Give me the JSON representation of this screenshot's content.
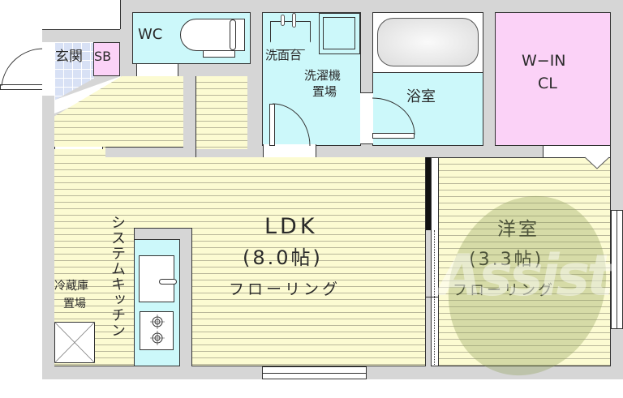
{
  "floorplan": {
    "type": "apartment-floor-plan",
    "layout_type": "1LDK",
    "rooms": {
      "entrance": {
        "label": "玄関"
      },
      "shoe_box": {
        "label": "SB"
      },
      "toilet": {
        "label": "WC"
      },
      "washstand": {
        "label": "洗面台"
      },
      "washer_space": {
        "line1": "洗濯機",
        "line2": "置場"
      },
      "bathroom": {
        "label": "浴室"
      },
      "walk_in_closet": {
        "line1": "W−IN",
        "line2": "CL"
      },
      "ldk": {
        "name": "LDK",
        "size": "(8.0帖)",
        "floor": "フローリング"
      },
      "western_room": {
        "name": "洋室",
        "size": "(3.3帖)",
        "floor": "フローリング"
      },
      "kitchen": {
        "label": "システムキッチン"
      },
      "fridge_space": {
        "line1": "冷蔵庫",
        "line2": "置場"
      }
    },
    "watermark": {
      "text": "Assist"
    },
    "colors": {
      "wall": "#d6d6d6",
      "flooring": "#fcfbd2",
      "wet_area": "#ccf8fa",
      "closet": "#fbd2f7",
      "entrance_tile": "#d8e1f5",
      "watermark": "#8ea05a"
    }
  }
}
